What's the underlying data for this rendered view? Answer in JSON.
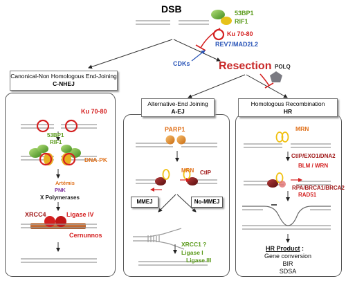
{
  "top": {
    "title": "DSB",
    "factor_53bp1": "53BP1",
    "factor_rif1": "RIF1",
    "ku": "Ku 70-80",
    "rev7": "REV7/MAD2L2",
    "cdks": "CDKs",
    "resection": "Resection",
    "polq": "POLQ"
  },
  "cnhej": {
    "heading": "Canonical-Non Homologous End-Joining",
    "abbr": "C-NHEJ",
    "ku": "Ku 70-80",
    "factor_53bp1": "53BP1",
    "factor_rif1": "RIF1",
    "dnapk": "DNA-PK",
    "artemis": "Artémis",
    "pnk": "PNK",
    "xpol": "X Polymerases",
    "xrcc4": "XRCC4",
    "ligase4": "Ligase IV",
    "cernunnos": "Cernunnos"
  },
  "aej": {
    "heading": "Alternative-End Joining",
    "abbr": "A-EJ",
    "parp1": "PARP1",
    "mrn": "MRN",
    "ctip": "CtIP",
    "mmej": "MMEJ",
    "nommej": "No-MMEJ",
    "xrcc1": "XRCC1 ?",
    "ligase1": "Ligase I",
    "ligase3": "Ligase III"
  },
  "hr": {
    "heading": "Homologous Recombination",
    "abbr": "HR",
    "mrn": "MRN",
    "ctip": "CtIP/EXO1/DNA2",
    "blm": "BLM / WRN",
    "rpa": "RPA/BRCA1/BRCA2",
    "rad51": "RAD51",
    "product_title": "HR Product",
    "product_colon": " :",
    "gene_conversion": "Gene conversion",
    "bir": "BIR",
    "sdsa": "SDSA"
  },
  "colors": {
    "green_text": "#5a9a1a",
    "red_text": "#d42020",
    "orange_text": "#e0701a",
    "blue_text": "#2a55b8",
    "purple_text": "#7a2a9a",
    "ku_ring": "#d42020",
    "mrn_ring": "#f0c010",
    "resection_red": "#c82828"
  }
}
